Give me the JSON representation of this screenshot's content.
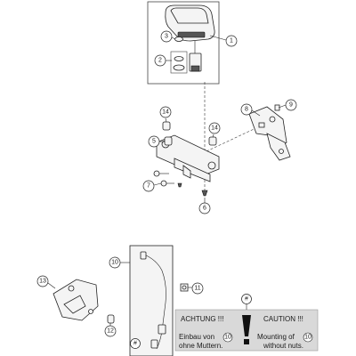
{
  "callouts": [
    "1",
    "2",
    "3",
    "5",
    "6",
    "7",
    "8",
    "9",
    "10",
    "11",
    "12",
    "13",
    "14",
    "14"
  ],
  "warning": {
    "left_title": "ACHTUNG !!!",
    "right_title": "CAUTION !!!",
    "left_line_a": "Einbau von",
    "left_ref": "10",
    "left_line_b": "ohne Muttern.",
    "right_line_a": "Mounting of",
    "right_ref": "10",
    "right_line_b": "without nuts.",
    "hash_label": "#",
    "bang": "!"
  },
  "hose_tag": "#"
}
